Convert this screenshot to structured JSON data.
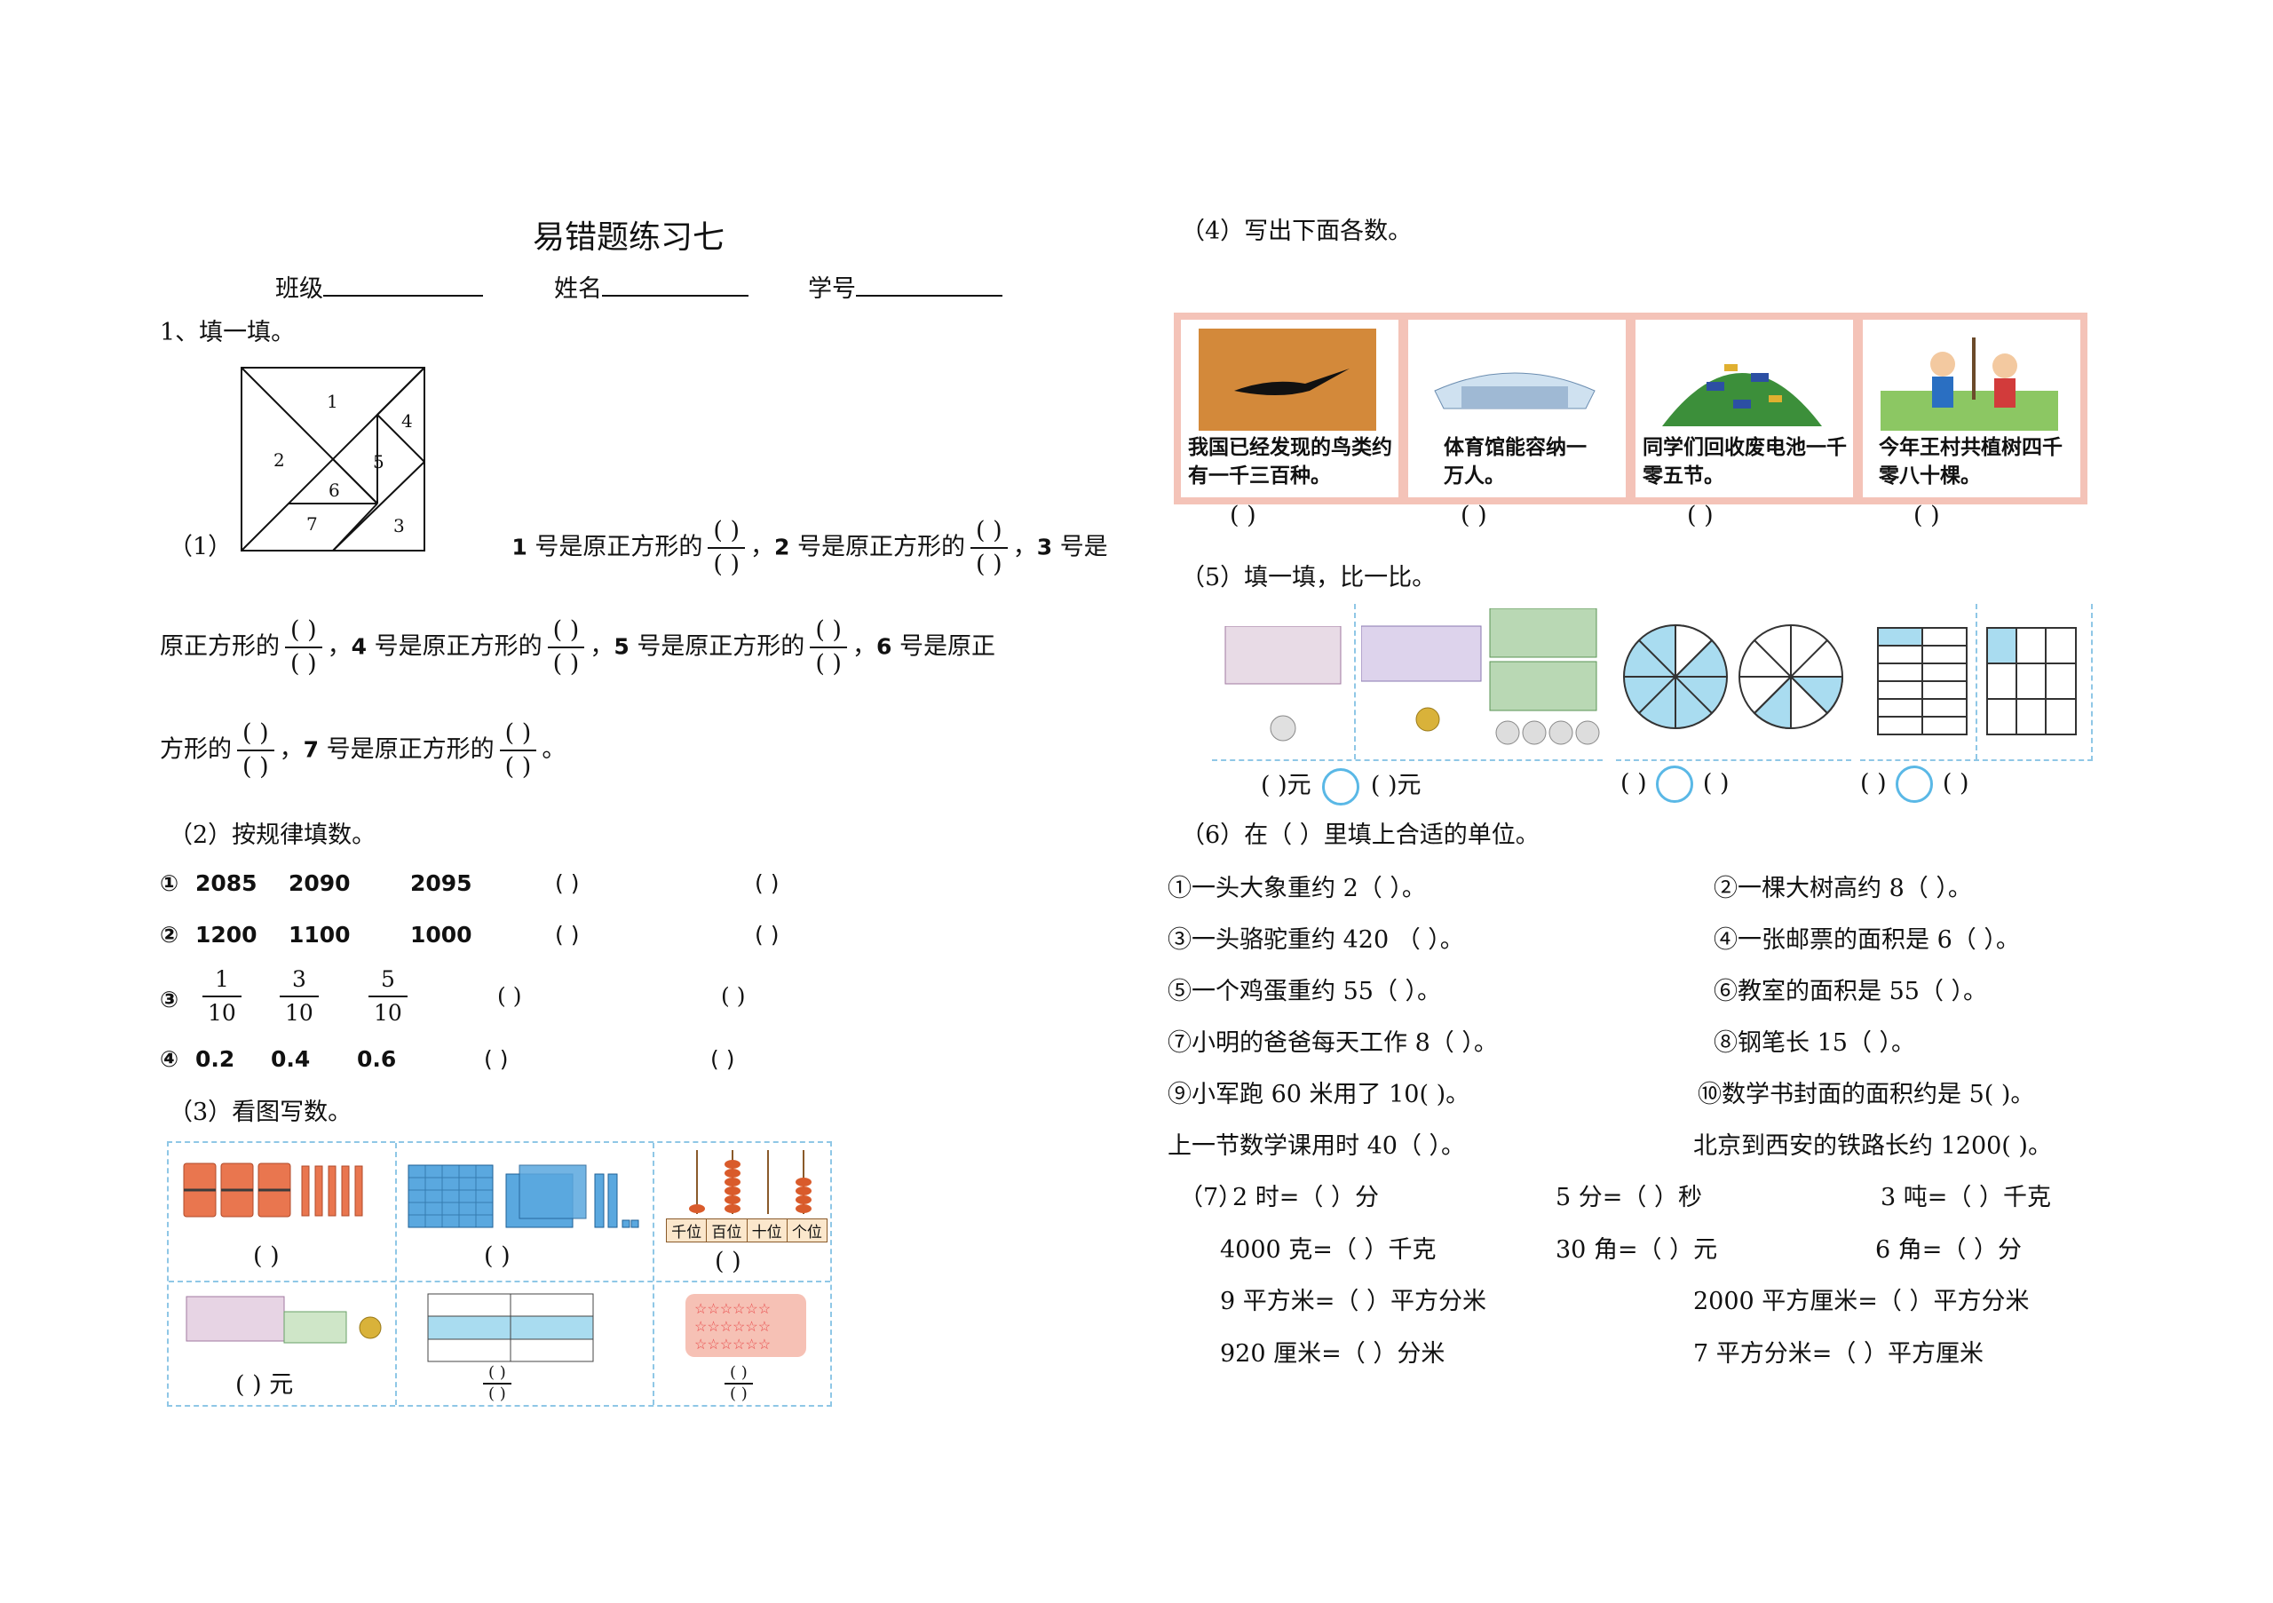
{
  "header": {
    "title": "易错题练习七",
    "class_label": "班级",
    "name_label": "姓名",
    "id_label": "学号"
  },
  "q1": {
    "heading": "1、填一填。",
    "tangram_labels": [
      "1",
      "2",
      "3",
      "4",
      "5",
      "6",
      "7"
    ],
    "p1": {
      "tag": "（1）",
      "line1": [
        {
          "num": "1",
          "text": "号是原正方形的"
        },
        {
          "sep": "，"
        },
        {
          "num": "2",
          "text": "号是原正方形的"
        },
        {
          "sep": "，"
        },
        {
          "num": "3",
          "text": "号是"
        }
      ],
      "line2": [
        {
          "text": "原正方形的"
        },
        {
          "sep": "，"
        },
        {
          "num": "4",
          "text": "号是原正方形的"
        },
        {
          "sep": "，"
        },
        {
          "num": "5",
          "text": "号是原正方形的"
        },
        {
          "sep": "，"
        },
        {
          "num": "6",
          "text": "号是原正"
        }
      ],
      "line3": [
        {
          "text": "方形的"
        },
        {
          "sep": "，"
        },
        {
          "num": "7",
          "text": "号是原正方形的"
        },
        {
          "sep": "。"
        }
      ],
      "frac_blank": "(    )"
    },
    "p2": {
      "heading": "（2）按规律填数。",
      "rows": [
        {
          "mark": "①",
          "values": [
            "2085",
            "2090",
            "2095"
          ]
        },
        {
          "mark": "②",
          "values": [
            "1200",
            "1100",
            "1000"
          ]
        },
        {
          "mark": "③",
          "fractions": [
            {
              "n": "1",
              "d": "10"
            },
            {
              "n": "3",
              "d": "10"
            },
            {
              "n": "5",
              "d": "10"
            }
          ]
        },
        {
          "mark": "④",
          "values": [
            "0.2",
            "0.4",
            "0.6"
          ]
        }
      ],
      "blank": "(          )"
    },
    "p3": {
      "heading": "（3）看图写数。",
      "abacus_labels": [
        "千位",
        "百位",
        "十位",
        "个位"
      ],
      "blank": "(      )",
      "money_blank": "(      ) 元"
    }
  },
  "q4": {
    "heading": "（4）写出下面各数。",
    "cards": [
      {
        "caption": "我国已经发现的鸟类约有一千三百种。"
      },
      {
        "caption": "体育馆能容纳一万人。"
      },
      {
        "caption": "同学们回收废电池一千零五节。"
      },
      {
        "caption": "今年王村共植树四千零八十棵。"
      }
    ],
    "blank": "(        )"
  },
  "q5": {
    "heading": "（5）填一填，比一比。",
    "yuan": "元",
    "blank": "(        )"
  },
  "q6": {
    "heading": "（6）在（    ）里填上合适的单位。",
    "items": [
      {
        "mark": "①",
        "text": "一头大象重约 2（            ）。"
      },
      {
        "mark": "②",
        "text": "一棵大树高约 8（            ）。"
      },
      {
        "mark": "③",
        "text": "一头骆驼重约 420  （            ）。"
      },
      {
        "mark": "④",
        "text": "一张邮票的面积是 6（            ）。"
      },
      {
        "mark": "⑤",
        "text": "一个鸡蛋重约 55（            ）。"
      },
      {
        "mark": "⑥",
        "text": "教室的面积是 55（            ）。"
      },
      {
        "mark": "⑦",
        "text": "小明的爸爸每天工作 8（            ）。"
      },
      {
        "mark": "⑧",
        "text": "钢笔长 15（            ）。"
      },
      {
        "mark": "⑨",
        "text": "小军跑 60 米用了 10(            )。"
      },
      {
        "mark": "⑩",
        "text": "数学书封面的面积约是 5(            )。"
      },
      {
        "mark": "",
        "text": "上一节数学课用时 40（            ）。"
      },
      {
        "mark": "",
        "text": "北京到西安的铁路长约 1200(            )。"
      }
    ]
  },
  "q7": {
    "heading": "（7）",
    "rows": [
      [
        "2 时=（          ）分",
        "5 分=（          ）秒",
        "3 吨=（          ）千克"
      ],
      [
        "4000 克=（          ）千克",
        "30 角=（          ）元",
        "6 角=（          ）分"
      ],
      [
        "9 平方米=（          ）平方分米",
        "2000 平方厘米=（          ）平方分米"
      ],
      [
        "920 厘米=（          ）分米",
        "7 平方分米=（          ）平方厘米"
      ]
    ]
  },
  "colors": {
    "pink_frame": "#f4c3b8",
    "light_blue": "#a9dcf0",
    "dash_blue": "#8fc7e6"
  }
}
